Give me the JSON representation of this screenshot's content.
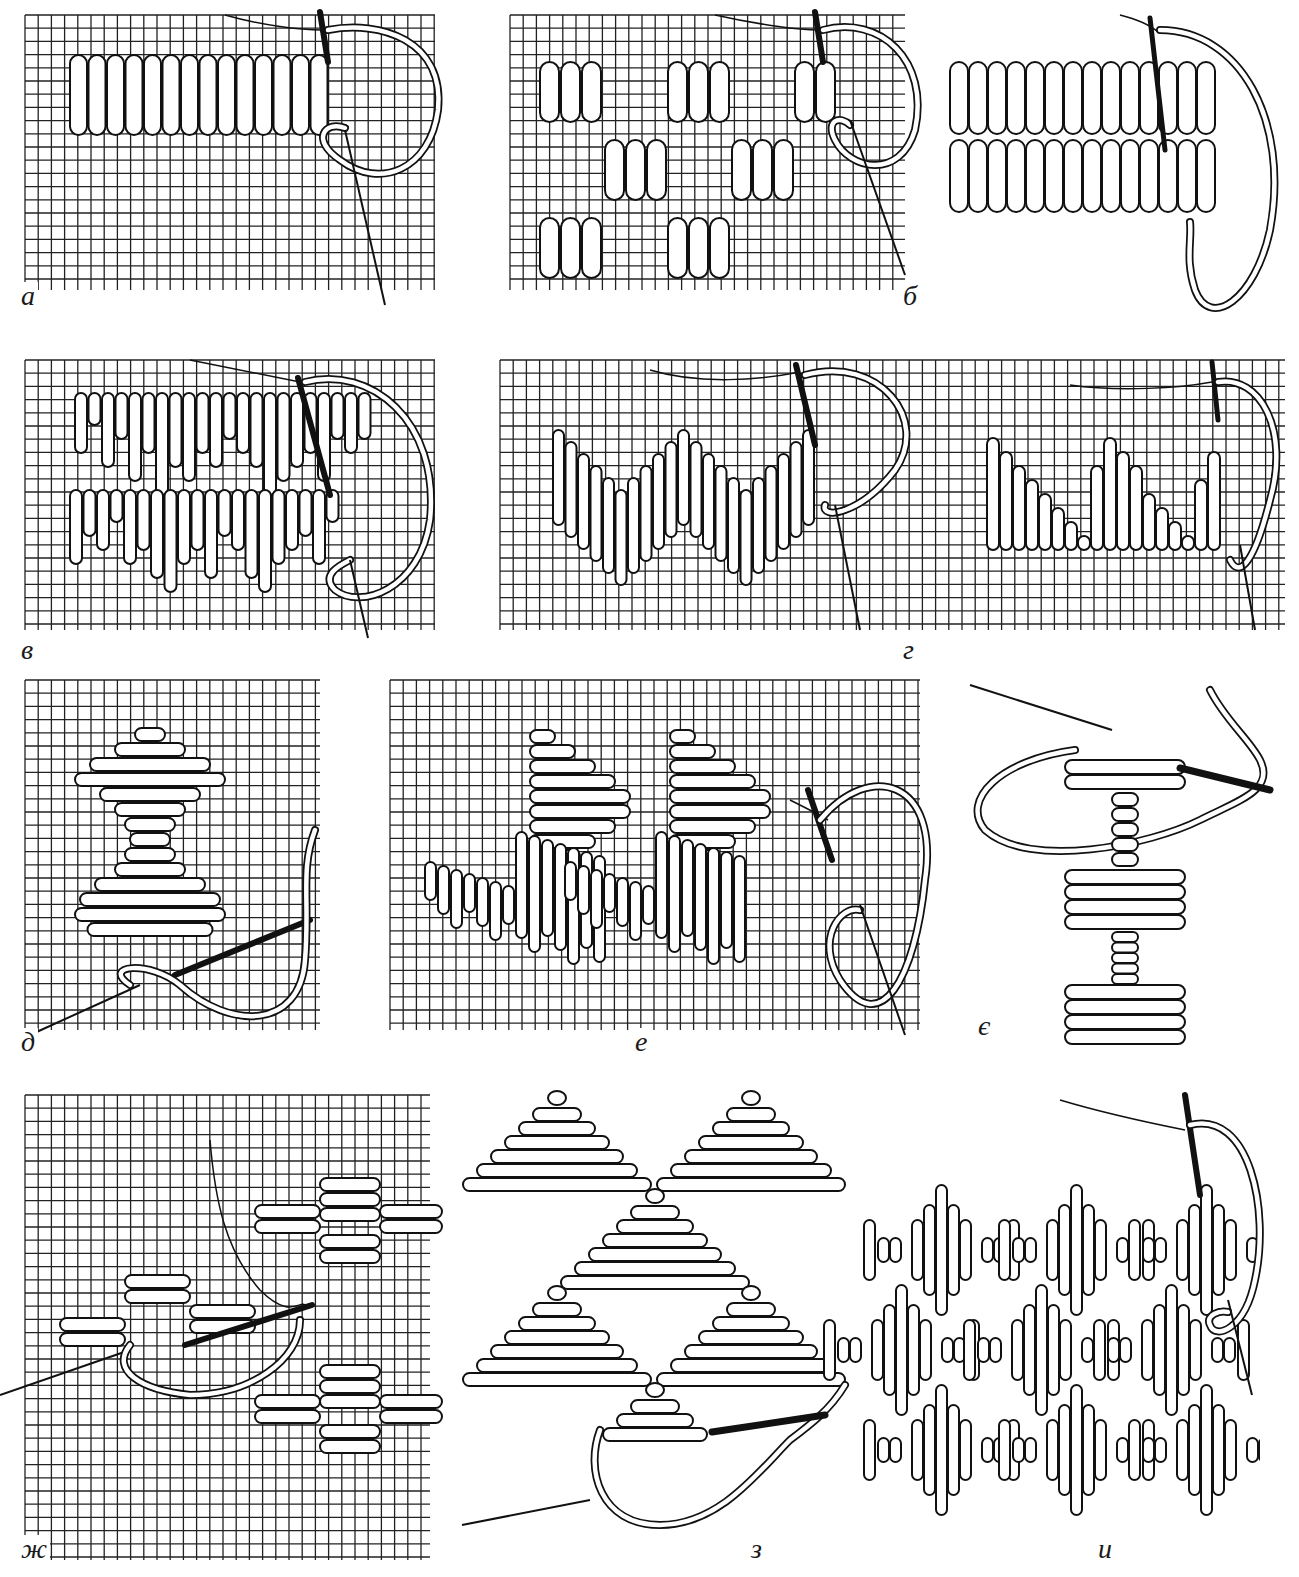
{
  "diagram": {
    "labels": [
      "а",
      "б",
      "в",
      "г",
      "д",
      "е",
      "є",
      "ж",
      "з",
      "и"
    ]
  }
}
